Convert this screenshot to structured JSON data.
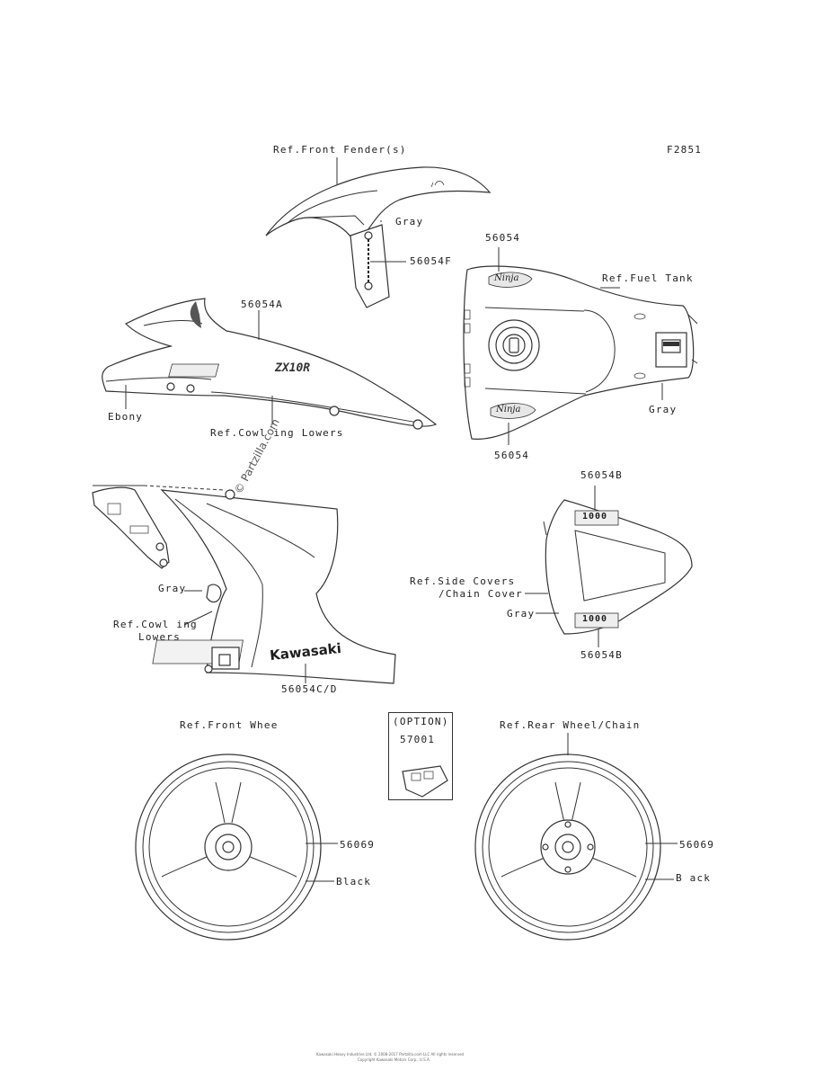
{
  "figure_code": "F2851",
  "watermark": "© Partzilla.com",
  "labels": {
    "front_fender_ref": "Ref.Front Fender(s)",
    "fender_gray": "Gray",
    "fender_part": "56054F",
    "fuel_tank_part_top": "56054",
    "fuel_tank_ref": "Ref.Fuel Tank",
    "fuel_tank_gray": "Gray",
    "fuel_tank_part_bottom": "56054",
    "cowl_part": "56054A",
    "cowl_ebony": "Ebony",
    "cowl_ref_lowers": "Ref.Cowl ing Lowers",
    "side_cover_part_top": "56054B",
    "side_cover_ref_1": "Ref.Side Covers",
    "side_cover_ref_2": "/Chain Cover",
    "side_cover_gray": "Gray",
    "side_cover_part_bottom": "56054B",
    "lower_gray": "Gray",
    "lower_ref_1": "Ref.Cowl ing",
    "lower_ref_2": "Lowers",
    "lower_part": "56054C/D",
    "front_wheel_ref": "Ref.Front Whee",
    "front_wheel_part": "56069",
    "front_wheel_black": "Black",
    "option_title": "(OPTION)",
    "option_part": "57001",
    "rear_wheel_ref": "Ref.Rear Wheel/Chain",
    "rear_wheel_part": "56069",
    "rear_wheel_black": "B ack"
  },
  "decals": {
    "cowl_logo": "ZX10R",
    "tank_logo_top": "Ninja",
    "tank_logo_bottom": "Ninja",
    "seat_badge_top": "1000",
    "seat_badge_bottom": "1000",
    "lower_logo": "Kawasaki"
  },
  "footer": {
    "line1": "Kawasaki Heavy Industries Ltd. © 2008-2017 Partzilla.com LLC All rights reserved",
    "line2": "Copyright Kawasaki Motors Corp., U.S.A."
  }
}
